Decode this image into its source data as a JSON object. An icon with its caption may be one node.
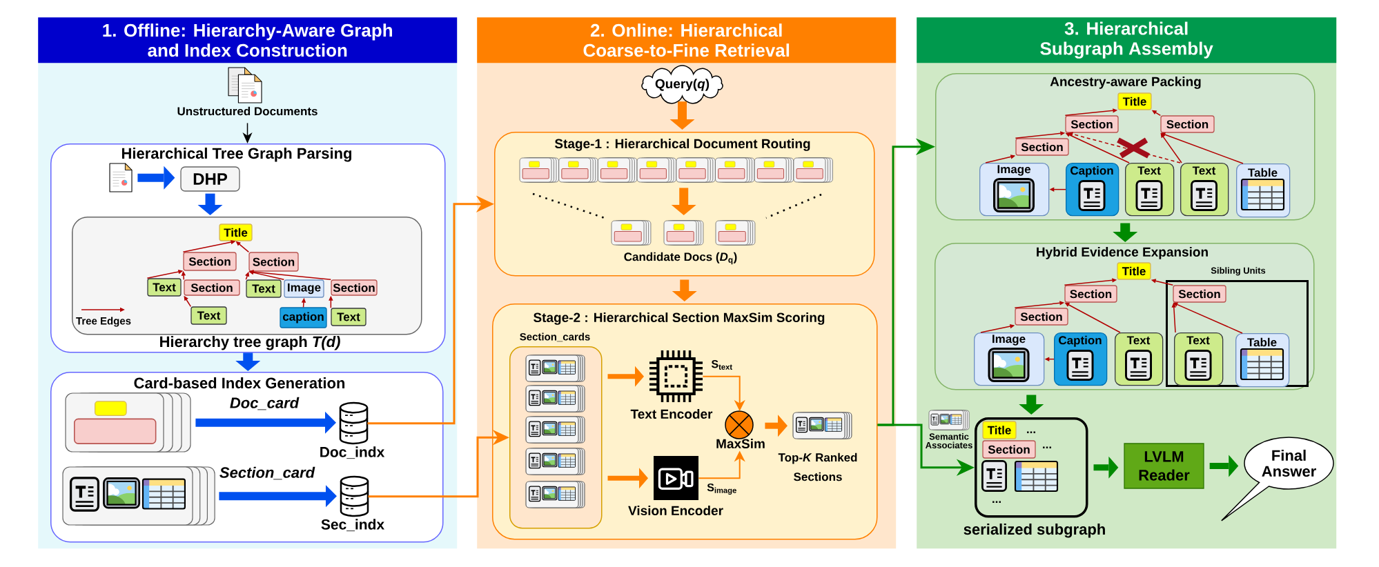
{
  "diagram": {
    "nodes": [
      {
        "text": [
          "1. Offline: Hierarchy-Aware Graph and Index Construction"
        ]
      },
      {
        "text": [
          "Unstructured Documents"
        ],
        "in": 0
      },
      {
        "text": [
          "Hierarchical Tree Graph Parsing"
        ],
        "in": 0
      },
      {
        "text": [],
        "shape": "picture",
        "in": 2
      },
      {
        "text": [
          "DHP"
        ],
        "in": 2
      },
      {
        "text": [
          "Hierarchy tree graph *T(d)*"
        ],
        "in": 2
      },
      {
        "text": [
          "Title"
        ],
        "in": 5
      },
      {
        "text": [
          "Section"
        ],
        "in": 5
      },
      {
        "text": [
          "Section"
        ],
        "in": 5
      },
      {
        "text": [
          "Text"
        ],
        "in": 5
      },
      {
        "text": [
          "Section"
        ],
        "in": 5
      },
      {
        "text": [
          "Text"
        ],
        "in": 5
      },
      {
        "text": [
          "Image"
        ],
        "in": 5
      },
      {
        "text": [
          "Section"
        ],
        "in": 5
      },
      {
        "text": [
          "Text"
        ],
        "in": 5
      },
      {
        "text": [
          "caption"
        ],
        "in": 5
      },
      {
        "text": [
          "Text"
        ],
        "in": 5
      },
      {
        "text": [
          "Card-based Index Generation"
        ],
        "in": 0
      },
      {
        "text": [],
        "shape": "picture",
        "in": 17
      },
      {
        "text": [
          "Doc_indx"
        ],
        "in": 17
      },
      {
        "text": [],
        "shape": "picture",
        "in": 17
      },
      {
        "text": [
          "Sec_indx"
        ],
        "in": 17
      },
      {
        "text": [
          "2. Online: Hierarchical Coarse-to-Fine Retrieval"
        ]
      },
      {
        "text": [
          "Query(*q*)"
        ],
        "in": 22
      },
      {
        "text": [
          "Stage-1 : Hierarchical Document Routing"
        ],
        "in": 22
      },
      {
        "text": [],
        "shape": "picture",
        "in": 24
      },
      {
        "text": [
          "Candidate Docs (*D*$_{q}$)"
        ],
        "in": 24
      },
      {
        "text": [
          "Stage-2 : Hierarchical Section MaxSim Scoring"
        ],
        "in": 22
      },
      {
        "text": [
          "Section_cards"
        ],
        "in": 27
      },
      {
        "text": [
          "Text Encoder"
        ],
        "in": 27
      },
      {
        "text": [
          "Vision Encoder"
        ],
        "in": 27
      },
      {
        "text": [
          "MaxSim"
        ],
        "in": 27
      },
      {
        "text": [
          "Top-*K* Ranked Sections"
        ],
        "in": 27
      },
      {
        "text": [
          "3. Hierarchical Subgraph Assembly"
        ]
      },
      {
        "text": [
          "Ancestry-aware Packing"
        ],
        "in": 33
      },
      {
        "text": [
          "Title"
        ],
        "in": 34
      },
      {
        "text": [
          "Section"
        ],
        "in": 34
      },
      {
        "text": [
          "Section"
        ],
        "in": 34
      },
      {
        "text": [
          "Section"
        ],
        "in": 34
      },
      {
        "text": [
          "Image"
        ],
        "in": 34
      },
      {
        "text": [
          "Caption"
        ],
        "in": 34
      },
      {
        "text": [
          "Text"
        ],
        "in": 34
      },
      {
        "text": [
          "Text"
        ],
        "in": 34
      },
      {
        "text": [
          "Table"
        ],
        "in": 34
      },
      {
        "text": [
          "Hybrid Evidence Expansion"
        ],
        "in": 33
      },
      {
        "text": [
          "Title"
        ],
        "in": 44
      },
      {
        "text": [
          "Section"
        ],
        "in": 44
      },
      {
        "text": [
          "Section"
        ],
        "in": 44
      },
      {
        "text": [
          "Image"
        ],
        "in": 44
      },
      {
        "text": [
          "Caption"
        ],
        "in": 44
      },
      {
        "text": [
          "Text"
        ],
        "in": 44
      },
      {
        "text": [
          "Sibling Units"
        ],
        "in": 44
      },
      {
        "text": [
          "Section"
        ],
        "in": 51
      },
      {
        "text": [
          "Text"
        ],
        "in": 51
      },
      {
        "text": [
          "Table"
        ],
        "in": 51
      },
      {
        "text": [
          "serialized subgraph"
        ],
        "in": 33
      },
      {
        "text": [
          "Title"
        ],
        "in": 55
      },
      {
        "text": [
          "Section"
        ],
        "in": 55
      },
      {
        "text": [
          "LVLM Reader"
        ],
        "in": 33
      },
      {
        "text": [
          "Final Answer"
        ],
        "in": 33
      }
    ],
    "edges": [
      {
        "from": 1,
        "to": 2,
        "arrow": "to",
        "color": "#000000"
      },
      {
        "from": 3,
        "to": 4,
        "arrow": "to",
        "style": "thick",
        "color": "#0050ef"
      },
      {
        "from": 4,
        "to": 5,
        "arrow": "to",
        "style": "thick",
        "color": "#0050ef"
      },
      {
        "from": 7,
        "to": 6,
        "arrow": "to"
      },
      {
        "from": 8,
        "to": 6,
        "arrow": "to"
      },
      {
        "from": 9,
        "to": 7,
        "arrow": "to"
      },
      {
        "from": 10,
        "to": 7,
        "arrow": "to"
      },
      {
        "from": 14,
        "to": 10,
        "arrow": "to"
      },
      {
        "from": 11,
        "to": 8,
        "arrow": "to"
      },
      {
        "from": 12,
        "to": 8,
        "arrow": "to"
      },
      {
        "from": 13,
        "to": 8,
        "arrow": "to"
      },
      {
        "from": 15,
        "to": 12,
        "arrow": "to"
      },
      {
        "from": 16,
        "to": 13,
        "arrow": "to"
      },
      {
        "from": 2,
        "to": 17,
        "arrow": "to",
        "style": "thick",
        "color": "#0050ef"
      },
      {
        "from": 18,
        "to": 19,
        "arrow": "to",
        "label": "Doc_card",
        "style": "thick",
        "color": "#0050ef"
      },
      {
        "from": 20,
        "to": 21,
        "arrow": "to",
        "label": "Section_card",
        "style": "thick",
        "color": "#0050ef"
      },
      {
        "from": 19,
        "to": 24,
        "arrow": "to",
        "color": "#ff8000"
      },
      {
        "from": 21,
        "to": 28,
        "arrow": "to",
        "color": "#ff8000"
      },
      {
        "from": 23,
        "to": 24,
        "arrow": "to",
        "style": "thick",
        "color": "#ff8000"
      },
      {
        "from": 25,
        "to": 26,
        "arrow": "to",
        "style": "thick",
        "color": "#ff8000"
      },
      {
        "from": 24,
        "to": 27,
        "arrow": "to",
        "style": "thick",
        "color": "#ff8000"
      },
      {
        "from": 28,
        "to": 29,
        "arrow": "to",
        "style": "thick",
        "color": "#ff8000"
      },
      {
        "from": 28,
        "to": 30,
        "arrow": "to",
        "style": "thick",
        "color": "#ff8000"
      },
      {
        "from": 29,
        "to": 31,
        "arrow": "to",
        "label": "S$_{text}$",
        "color": "#ff8000"
      },
      {
        "from": 30,
        "to": 31,
        "arrow": "to",
        "label": "S$_{image}$",
        "color": "#ff8000"
      },
      {
        "from": 31,
        "to": 32,
        "arrow": "to",
        "style": "thick",
        "color": "#ff8000"
      },
      {
        "from": 27,
        "to": 34,
        "arrow": "to",
        "color": "#008a00"
      },
      {
        "from": 27,
        "to": 55,
        "arrow": "to",
        "label": "Semantic Associates",
        "color": "#008a00"
      },
      {
        "from": 36,
        "to": 35,
        "arrow": "to"
      },
      {
        "from": 37,
        "to": 35,
        "arrow": "to"
      },
      {
        "from": 38,
        "to": 36,
        "arrow": "to"
      },
      {
        "from": 39,
        "to": 38,
        "arrow": "to"
      },
      {
        "from": 41,
        "to": 36,
        "arrow": "to"
      },
      {
        "from": 42,
        "to": 36,
        "arrow": "to",
        "style": "dashed"
      },
      {
        "from": 42,
        "to": 37,
        "arrow": "to"
      },
      {
        "from": 43,
        "to": 37,
        "arrow": "to"
      },
      {
        "from": 40,
        "to": 39,
        "arrow": "to"
      },
      {
        "from": 34,
        "to": 44,
        "arrow": "to",
        "style": "thick",
        "color": "#008a00"
      },
      {
        "from": 46,
        "to": 45,
        "arrow": "to"
      },
      {
        "from": 52,
        "to": 45,
        "arrow": "to"
      },
      {
        "from": 47,
        "to": 46,
        "arrow": "to"
      },
      {
        "from": 48,
        "to": 47,
        "arrow": "to"
      },
      {
        "from": 50,
        "to": 46,
        "arrow": "to"
      },
      {
        "from": 49,
        "to": 48,
        "arrow": "to"
      },
      {
        "from": 53,
        "to": 52,
        "arrow": "to"
      },
      {
        "from": 54,
        "to": 52,
        "arrow": "to"
      },
      {
        "from": 44,
        "to": 55,
        "arrow": "to",
        "style": "thick",
        "color": "#008a00"
      },
      {
        "from": 55,
        "to": 58,
        "arrow": "to",
        "style": "thick",
        "color": "#008a00"
      },
      {
        "from": 58,
        "to": 59,
        "arrow": "to",
        "style": "thick",
        "color": "#008a00"
      }
    ],
    "labels": [
      "...",
      "...",
      "..."
    ],
    "legend": [
      {
        "text": "Tree Edges"
      }
    ]
  }
}
